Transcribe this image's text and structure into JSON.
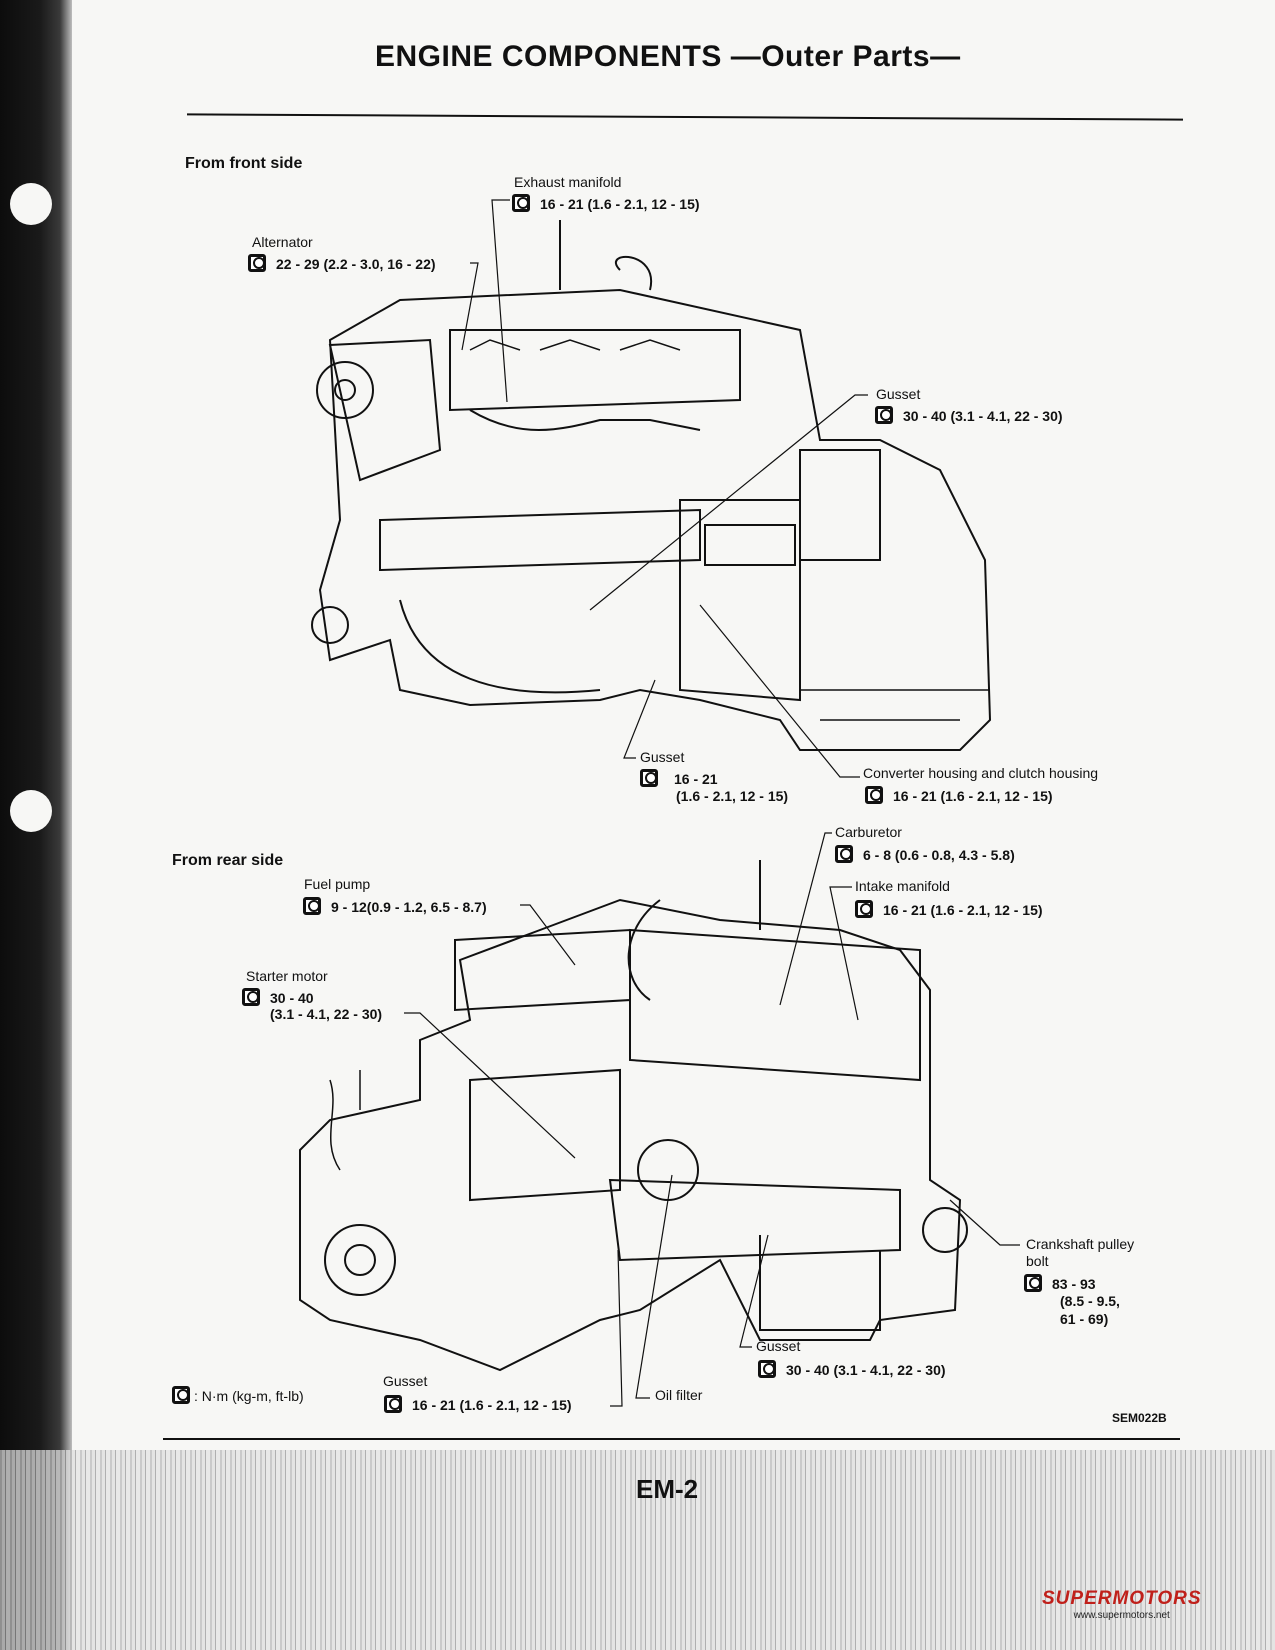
{
  "title": "ENGINE COMPONENTS —Outer Parts—",
  "front": {
    "heading": "From front side",
    "labels": [
      {
        "name": "Exhaust manifold",
        "torque": "16 - 21 (1.6 - 2.1, 12 - 15)"
      },
      {
        "name": "Alternator",
        "torque": "22 - 29 (2.2 - 3.0, 16 - 22)"
      },
      {
        "name": "Gusset",
        "torque": "30 - 40  (3.1 - 4.1, 22 - 30)"
      },
      {
        "name": "Gusset",
        "torque": "16 - 21",
        "torque2": "(1.6 - 2.1, 12 - 15)"
      },
      {
        "name": "Converter housing and clutch housing",
        "torque": "16 - 21 (1.6 - 2.1, 12 - 15)"
      }
    ]
  },
  "rear": {
    "heading": "From rear side",
    "labels": [
      {
        "name": "Carburetor",
        "torque": "6 - 8 (0.6 - 0.8, 4.3 - 5.8)"
      },
      {
        "name": "Fuel pump",
        "torque": "9 - 12(0.9 - 1.2, 6.5 - 8.7)"
      },
      {
        "name": "Intake manifold",
        "torque": "16 - 21 (1.6 - 2.1, 12 - 15)"
      },
      {
        "name": "Starter motor",
        "torque": "30 - 40",
        "torque2": "(3.1 - 4.1, 22 - 30)"
      },
      {
        "name": "Crankshaft pulley",
        "name2": "bolt",
        "torque": "83 - 93",
        "torque2": "(8.5 - 9.5,",
        "torque3": "61 - 69)"
      },
      {
        "name": "Gusset",
        "torque": "30 - 40 (3.1 - 4.1, 22 - 30)"
      },
      {
        "name": "Gusset",
        "torque": "16 - 21 (1.6 - 2.1, 12 - 15)"
      },
      {
        "name": "Oil filter"
      }
    ]
  },
  "legend": ": N·m (kg-m, ft-lb)",
  "figure_code": "SEM022B",
  "page_number": "EM-2",
  "watermark": {
    "brand": "SUPERMOTORS",
    "url": "www.supermotors.net"
  }
}
